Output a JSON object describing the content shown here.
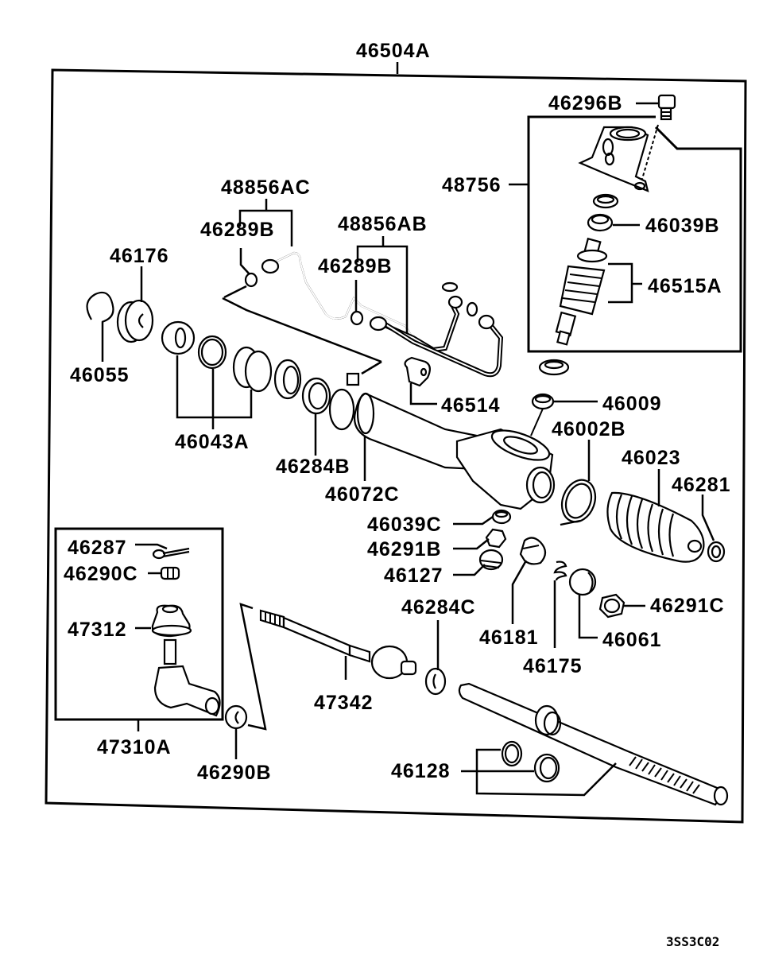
{
  "diagram": {
    "title": "Steering gear and linkage parts",
    "assembly_label": "46504A",
    "drawing_code": "3SS3C02",
    "labels": {
      "l46504A": "46504A",
      "l46296B": "46296B",
      "l48756": "48756",
      "l46039B": "46039B",
      "l46515A": "46515A",
      "l48856AC": "48856AC",
      "l46289B_1": "46289B",
      "l48856AB": "48856AB",
      "l46289B_2": "46289B",
      "l46176": "46176",
      "l46055": "46055",
      "l46043A": "46043A",
      "l46514": "46514",
      "l46009": "46009",
      "l46284B": "46284B",
      "l46072C": "46072C",
      "l46002B": "46002B",
      "l46023": "46023",
      "l46281": "46281",
      "l46039C": "46039C",
      "l46291B": "46291B",
      "l46127": "46127",
      "l46284C": "46284C",
      "l46181": "46181",
      "l46175": "46175",
      "l46061": "46061",
      "l46291C": "46291C",
      "l46287": "46287",
      "l46290C": "46290C",
      "l47312": "47312",
      "l47310A": "47310A",
      "l46290B": "46290B",
      "l47342": "47342",
      "l46128": "46128"
    }
  }
}
